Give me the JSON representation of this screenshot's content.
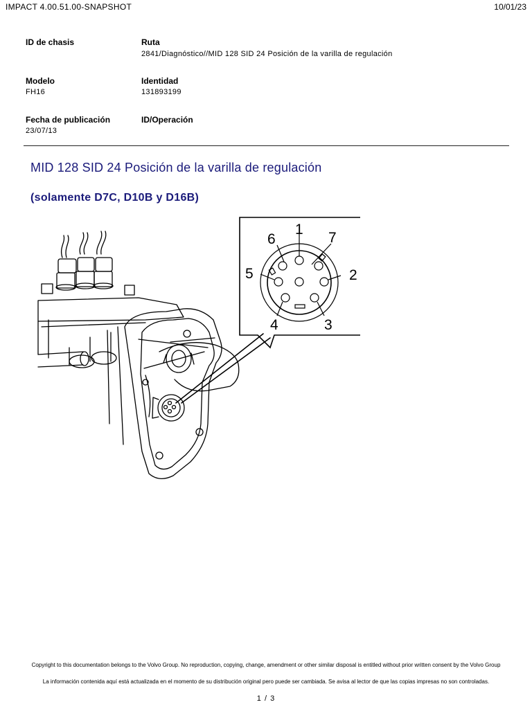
{
  "header": {
    "app_title": "IMPACT 4.00.51.00-SNAPSHOT",
    "date": "10/01/23"
  },
  "fields": {
    "chassis_id_label": "ID de chasis",
    "route_label": "Ruta",
    "route_value": "2841/Diagnóstico//MID 128 SID 24 Posición de la varilla de regulación",
    "model_label": "Modelo",
    "model_value": "FH16",
    "identity_label": "Identidad",
    "identity_value": "131893199",
    "pub_date_label": "Fecha de publicación",
    "pub_date_value": "23/07/13",
    "operation_label": "ID/Operación"
  },
  "document": {
    "title": "MID 128 SID 24 Posición de la varilla de regulación",
    "subtitle": "(solamente D7C, D10B y D16B)"
  },
  "figure": {
    "pins": [
      "1",
      "2",
      "3",
      "4",
      "5",
      "6",
      "7"
    ]
  },
  "footer": {
    "line1": "Copyright to this documentation belongs to the Volvo Group. No reproduction, copying, change, amendment or other similar disposal is entitled without prior written consent by the Volvo Group",
    "line2": "La información contenida aquí está actualizada en el momento de su distribución original pero puede ser cambiada. Se avisa al lector de que las copias impresas no son controladas.",
    "page": "1 / 3"
  }
}
